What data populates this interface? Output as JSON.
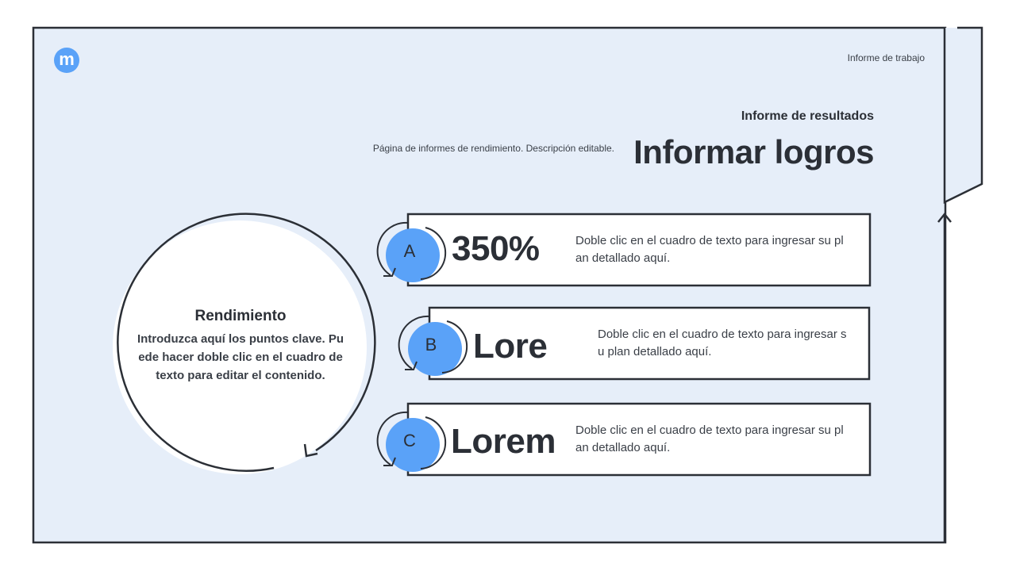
{
  "logo": {
    "letter": "m",
    "color": "#5aa2f8"
  },
  "header": {
    "label": "Informe de trabajo"
  },
  "title_block": {
    "subtitle": "Informe de resultados",
    "description": "Página de informes de rendimiento. Descripción editable.",
    "title": "Informar logros"
  },
  "circle": {
    "heading": "Rendimiento",
    "body": "Introduzca aquí los puntos clave. Puede hacer doble clic en el cuadro de texto para editar el contenido."
  },
  "colors": {
    "accent": "#5aa2f8",
    "panel": "#e6eef9",
    "stroke": "#2b2f36"
  },
  "cards": [
    {
      "letter": "A",
      "value": "350%",
      "text": "Doble clic en el cuadro de texto para ingresar su plan detallado aquí."
    },
    {
      "letter": "B",
      "value": "Lore",
      "text": "Doble clic en el cuadro de texto para ingresar su plan detallado aquí."
    },
    {
      "letter": "C",
      "value": "Lorem",
      "text": "Doble clic en el cuadro de texto para ingresar su plan detallado aquí."
    }
  ]
}
